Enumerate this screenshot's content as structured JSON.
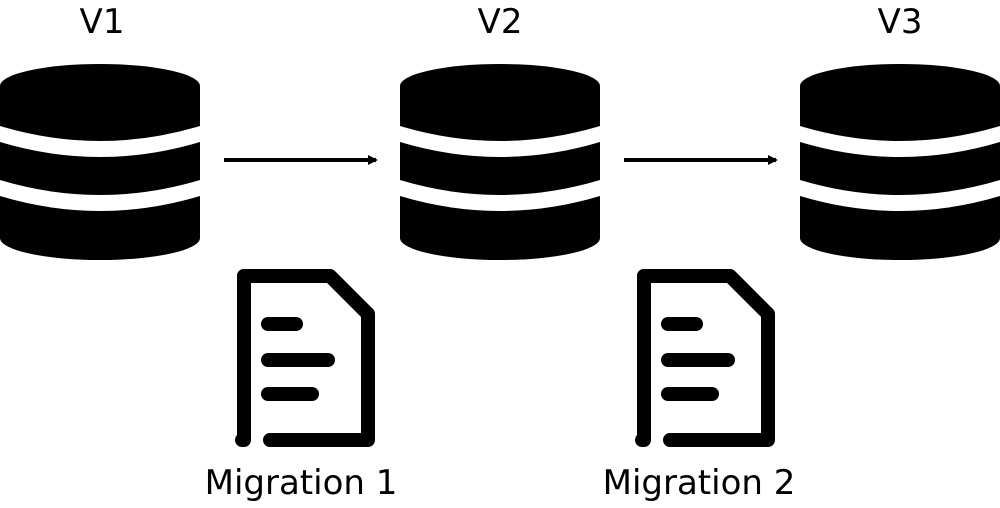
{
  "versions": [
    {
      "label": "V1",
      "icon": "database-icon"
    },
    {
      "label": "V2",
      "icon": "database-icon"
    },
    {
      "label": "V3",
      "icon": "database-icon"
    }
  ],
  "migrations": [
    {
      "label": "Migration 1",
      "icon": "document-icon"
    },
    {
      "label": "Migration 2",
      "icon": "document-icon"
    }
  ],
  "colors": {
    "ink": "#000000",
    "background": "#ffffff"
  }
}
